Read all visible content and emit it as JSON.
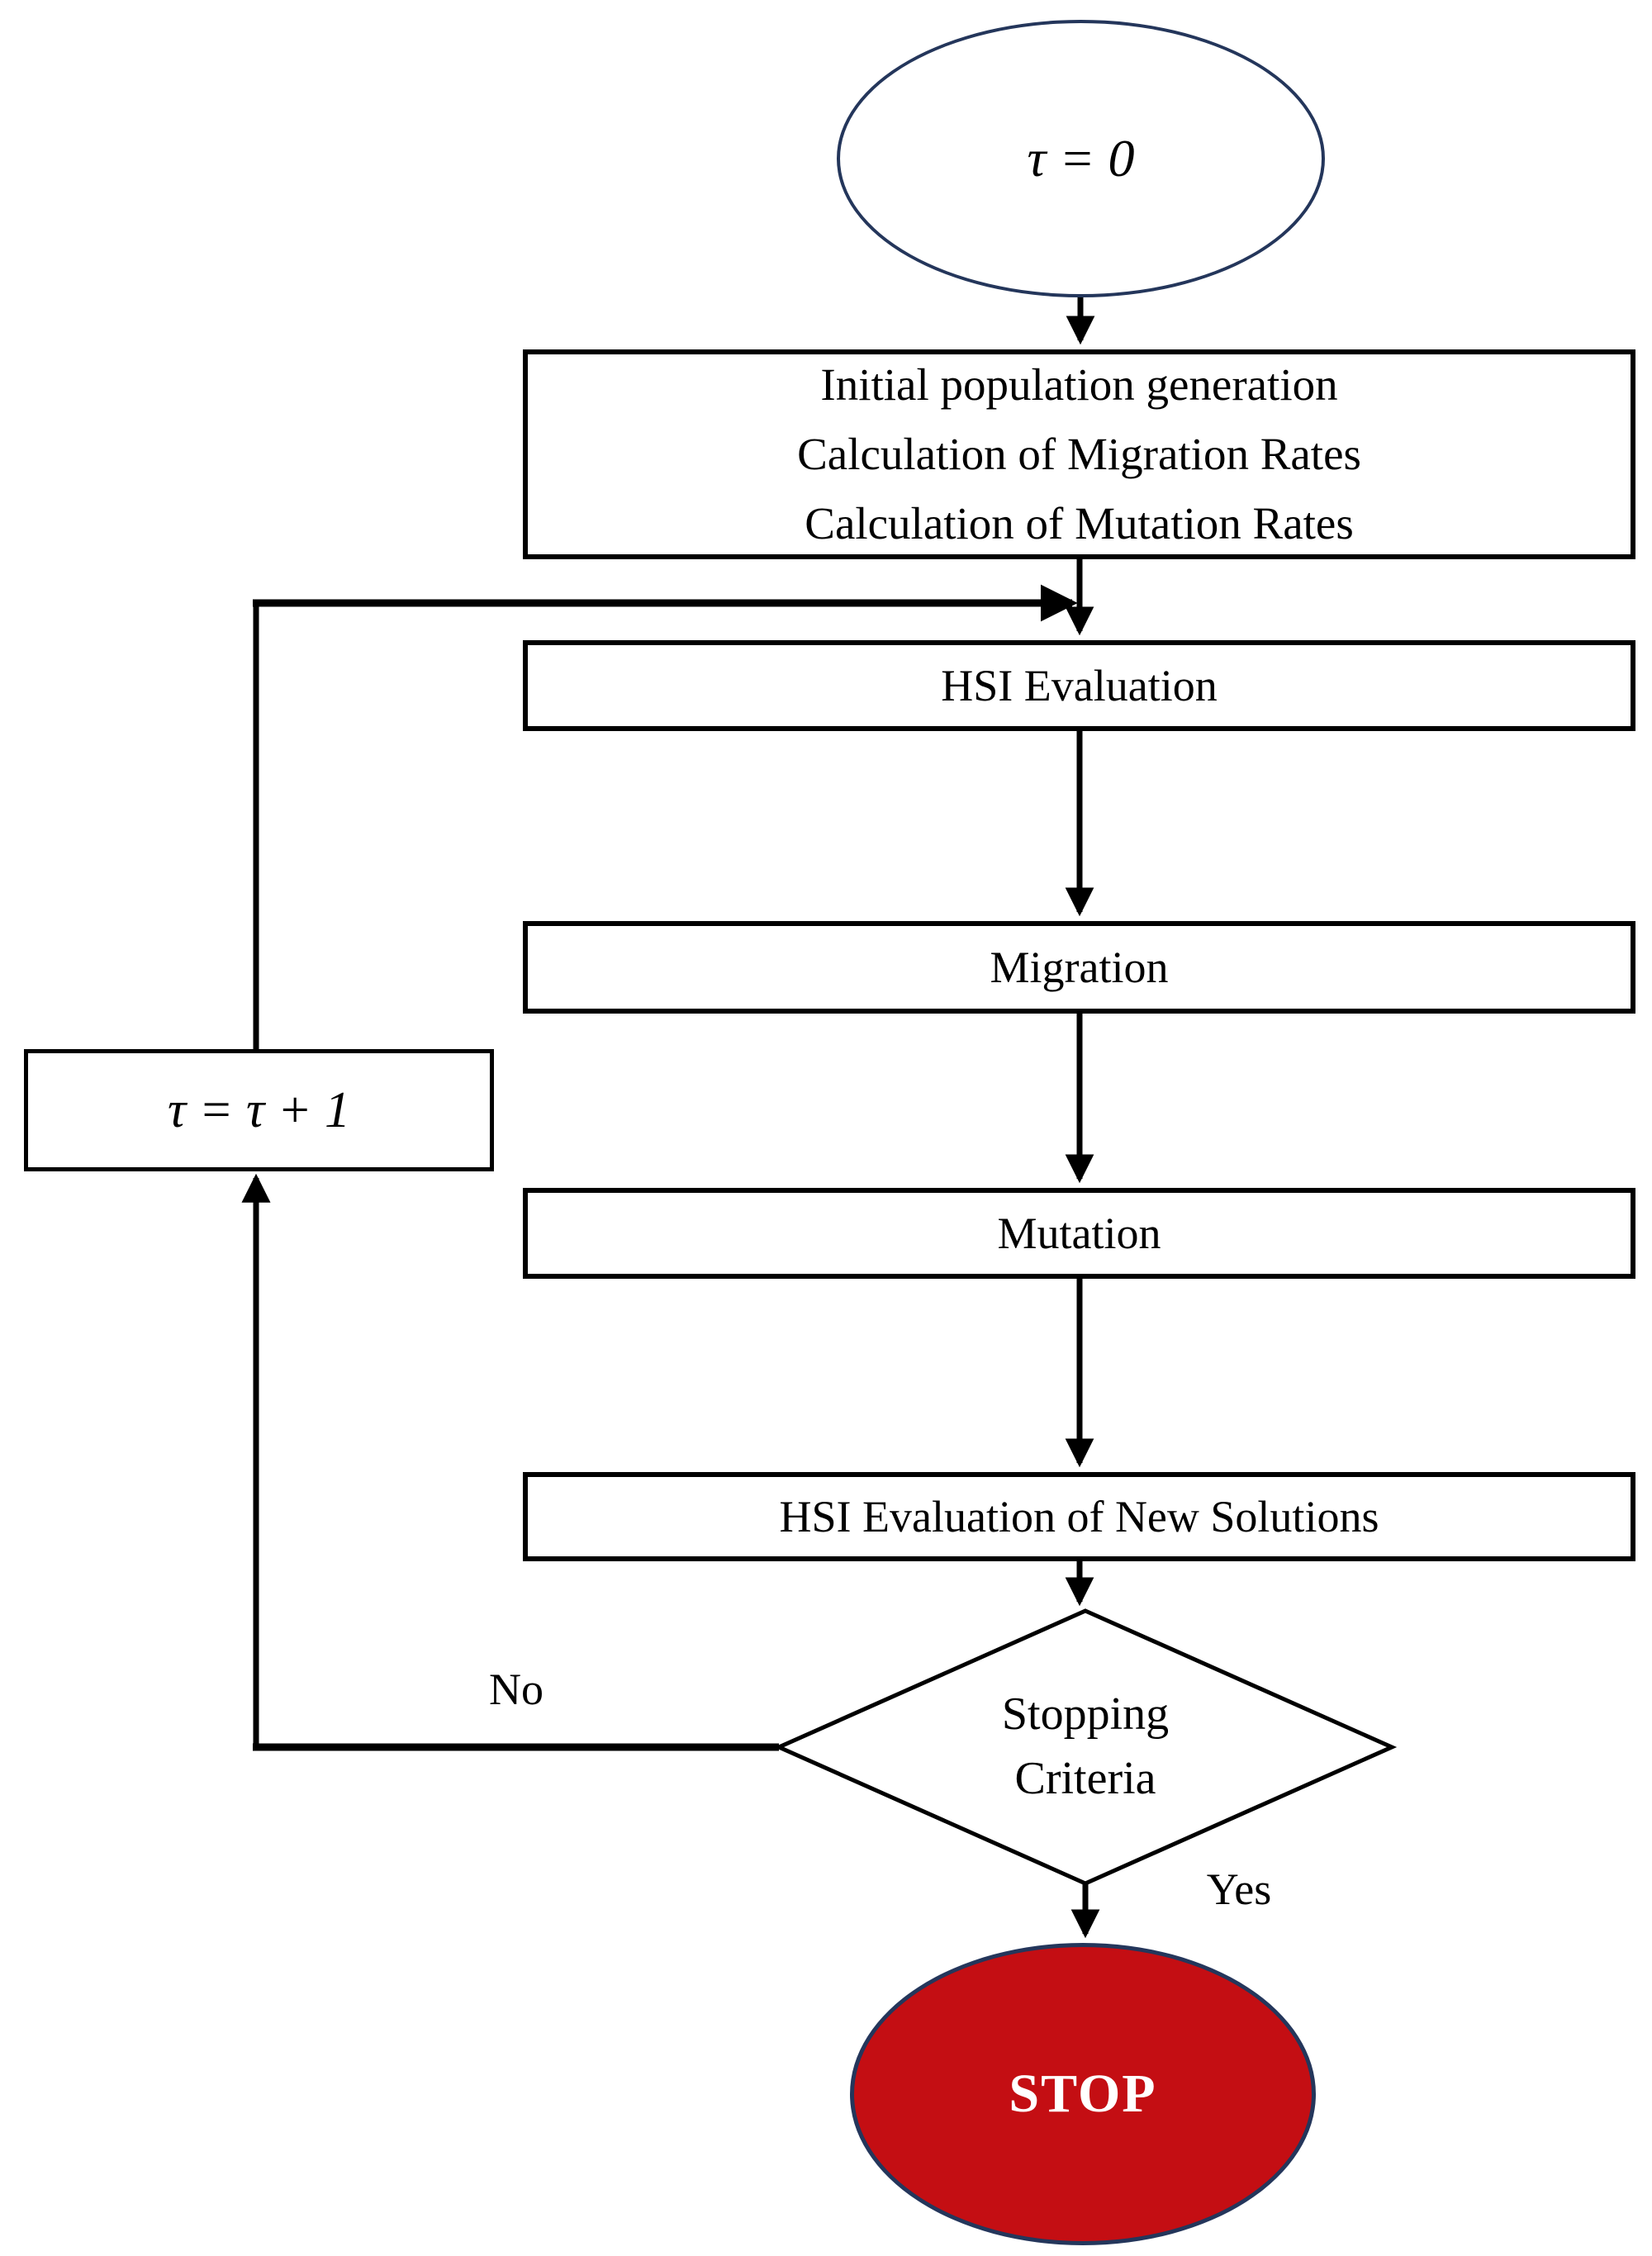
{
  "nodes": {
    "start": {
      "label": "τ = 0"
    },
    "init": {
      "line1": "Initial population generation",
      "line2": "Calculation of Migration Rates",
      "line3": "Calculation of Mutation Rates"
    },
    "hsi_evaluation": {
      "label": "HSI Evaluation"
    },
    "migration": {
      "label": "Migration"
    },
    "mutation": {
      "label": "Mutation"
    },
    "hsi_evaluation_new": {
      "label": "HSI Evaluation of New Solutions"
    },
    "stopping_criteria": {
      "line1": "Stopping",
      "line2": "Criteria"
    },
    "increment": {
      "label": "τ = τ + 1"
    },
    "stop": {
      "label": "STOP"
    }
  },
  "edge_labels": {
    "no": "No",
    "yes": "Yes"
  },
  "colors": {
    "ellipse_outline": "#24365B",
    "stop_fill": "#C40E13",
    "stop_text": "#FFFFFF",
    "line_black": "#000000"
  }
}
